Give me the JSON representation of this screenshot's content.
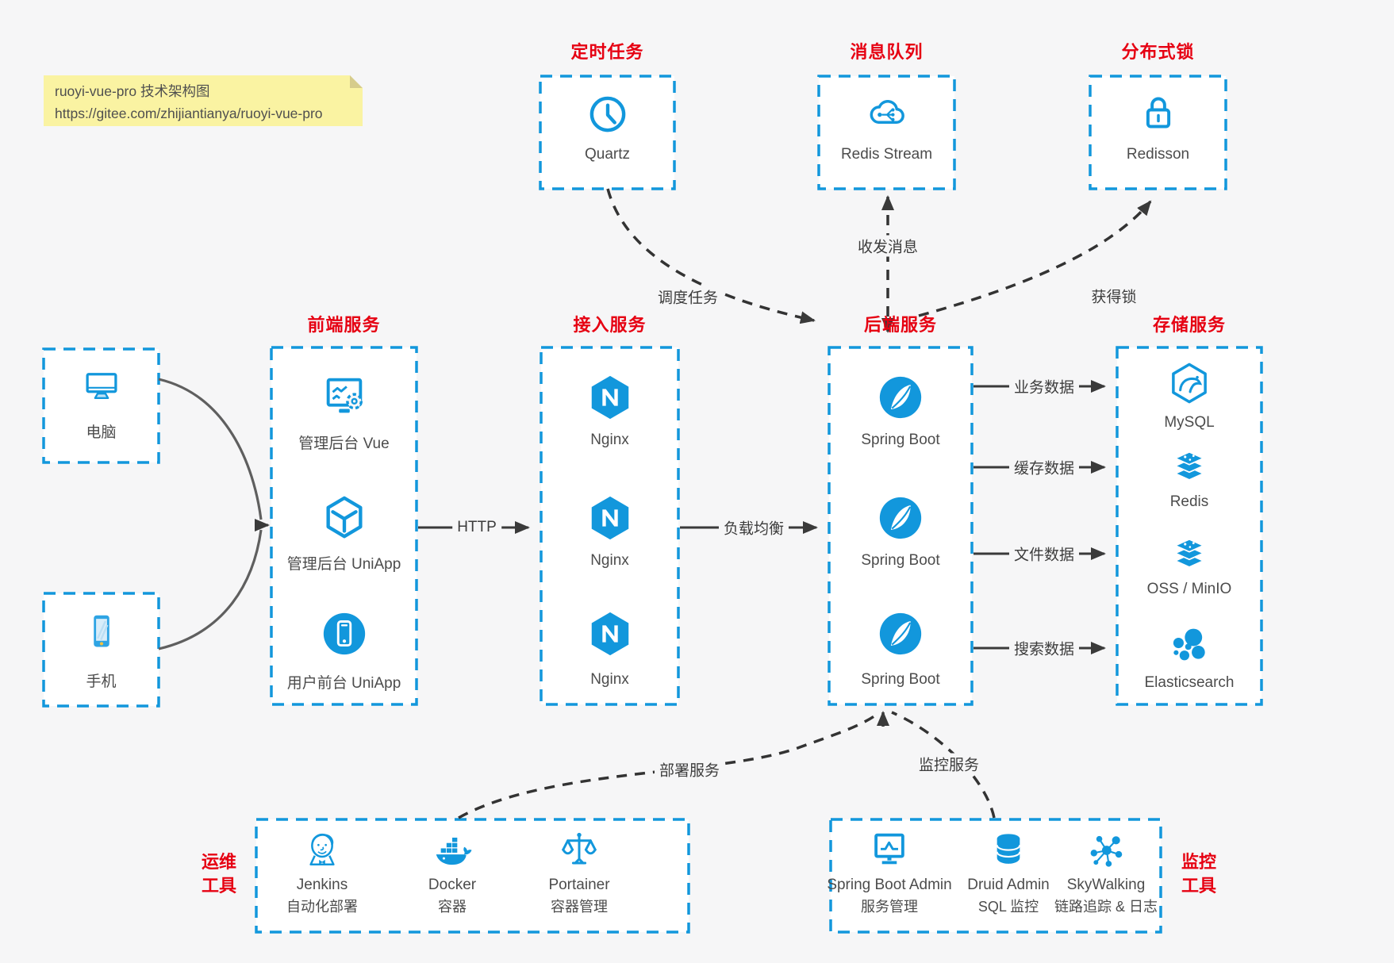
{
  "note": {
    "line1": "ruoyi-vue-pro 技术架构图",
    "line2": "https://gitee.com/zhijiantianya/ruoyi-vue-pro"
  },
  "colors": {
    "accent_blue": "#1297dc",
    "title_red": "#e60012",
    "note_yellow": "#faf3a2",
    "line_dark": "#3a3a3a",
    "background": "#f6f6f7"
  },
  "top_groups": [
    {
      "title": "定时任务",
      "item": {
        "icon": "clock-icon",
        "label": "Quartz"
      }
    },
    {
      "title": "消息队列",
      "item": {
        "icon": "cloud-stream-icon",
        "label": "Redis Stream"
      }
    },
    {
      "title": "分布式锁",
      "item": {
        "icon": "lock-icon",
        "label": "Redisson"
      }
    }
  ],
  "clients": [
    {
      "icon": "desktop-icon",
      "label": "电脑"
    },
    {
      "icon": "smartphone-icon",
      "label": "手机"
    }
  ],
  "columns": [
    {
      "title": "前端服务",
      "items": [
        {
          "icon": "admin-vue-icon",
          "label": "管理后台 Vue"
        },
        {
          "icon": "uniapp-cube-icon",
          "label": "管理后台 UniApp"
        },
        {
          "icon": "user-app-icon",
          "label": "用户前台 UniApp"
        }
      ]
    },
    {
      "title": "接入服务",
      "items": [
        {
          "icon": "nginx-icon",
          "label": "Nginx"
        },
        {
          "icon": "nginx-icon",
          "label": "Nginx"
        },
        {
          "icon": "nginx-icon",
          "label": "Nginx"
        }
      ]
    },
    {
      "title": "后端服务",
      "items": [
        {
          "icon": "spring-boot-icon",
          "label": "Spring Boot"
        },
        {
          "icon": "spring-boot-icon",
          "label": "Spring Boot"
        },
        {
          "icon": "spring-boot-icon",
          "label": "Spring Boot"
        }
      ]
    },
    {
      "title": "存储服务",
      "items": [
        {
          "icon": "mysql-icon",
          "label": "MySQL"
        },
        {
          "icon": "redis-icon",
          "label": "Redis"
        },
        {
          "icon": "oss-minio-icon",
          "label": "OSS / MinIO"
        },
        {
          "icon": "elasticsearch-icon",
          "label": "Elasticsearch"
        }
      ]
    }
  ],
  "bottom_groups": [
    {
      "side_label_line1": "运维",
      "side_label_line2": "工具",
      "items": [
        {
          "icon": "jenkins-icon",
          "name": "Jenkins",
          "desc": "自动化部署"
        },
        {
          "icon": "docker-icon",
          "name": "Docker",
          "desc": "容器"
        },
        {
          "icon": "portainer-icon",
          "name": "Portainer",
          "desc": "容器管理"
        }
      ]
    },
    {
      "side_label_line1": "监控",
      "side_label_line2": "工具",
      "items": [
        {
          "icon": "spring-boot-admin-icon",
          "name": "Spring Boot Admin",
          "desc": "服务管理"
        },
        {
          "icon": "druid-icon",
          "name": "Druid Admin",
          "desc": "SQL 监控"
        },
        {
          "icon": "skywalking-icon",
          "name": "SkyWalking",
          "desc": "链路追踪 & 日志"
        }
      ]
    }
  ],
  "edges": {
    "http": "HTTP",
    "load_balance": "负载均衡",
    "schedule": "调度任务",
    "messaging": "收发消息",
    "acquire_lock": "获得锁",
    "business_data": "业务数据",
    "cache_data": "缓存数据",
    "file_data": "文件数据",
    "search_data": "搜索数据",
    "deploy": "部署服务",
    "monitor": "监控服务"
  }
}
